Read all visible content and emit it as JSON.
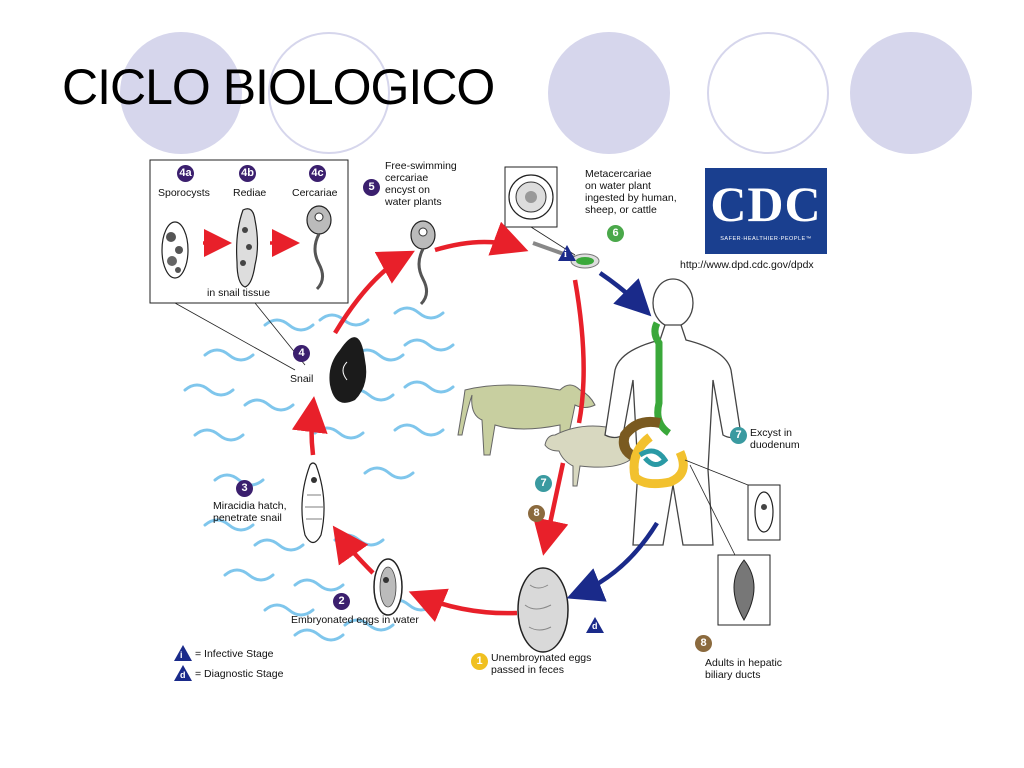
{
  "slide": {
    "title": "CICLO BIOLOGICO"
  },
  "colors": {
    "circle_fill": "#d6d6ec",
    "cycle_arrow_red": "#e8202a",
    "cycle_arrow_blue": "#1a2a8a",
    "water_waves": "#7fc6ec",
    "cdc_blue": "#1a3f8f"
  },
  "diagram": {
    "box": {
      "stage_4a": {
        "badge": "4a",
        "label": "Sporocysts"
      },
      "stage_4b": {
        "badge": "4b",
        "label": "Rediae"
      },
      "stage_4c": {
        "badge": "4c",
        "label": "Cercariae"
      },
      "caption": "in snail tissue"
    },
    "stage_5": {
      "badge": "5",
      "label_lines": [
        "Free-swimming",
        "cercariae",
        "encyst on",
        "water plants"
      ]
    },
    "stage_6": {
      "badge": "6",
      "label_lines": [
        "Metacercariae",
        "on water plant",
        "ingested by human,",
        "sheep, or cattle"
      ]
    },
    "stage_4": {
      "badge": "4",
      "label": "Snail"
    },
    "stage_3": {
      "badge": "3",
      "label_lines": [
        "Miracidia hatch,",
        "penetrate snail"
      ]
    },
    "stage_2": {
      "badge": "2",
      "label": "Embryonated eggs in water"
    },
    "stage_1": {
      "badge": "1",
      "label_lines": [
        "Unembroynated eggs",
        "passed in feces"
      ]
    },
    "stage_7_human": {
      "badge": "7",
      "label_lines": [
        "Excyst in",
        "duodenum"
      ]
    },
    "stage_8_human": {
      "badge": "8",
      "label_lines": [
        "Adults in hepatic",
        "biliary ducts"
      ]
    },
    "stage_7_animal": {
      "badge": "7"
    },
    "stage_8_animal": {
      "badge": "8"
    },
    "infective_marker": "i",
    "diagnostic_marker": "d",
    "legend": {
      "infective": {
        "symbol": "i",
        "label": "= Infective Stage"
      },
      "diagnostic": {
        "symbol": "d",
        "label": "= Diagnostic Stage"
      }
    },
    "cdc": {
      "logo_text": "CDC",
      "tagline": "SAFER·HEALTHIER·PEOPLE™",
      "url": "http://www.dpd.cdc.gov/dpdx"
    },
    "icons": [
      "snail-icon",
      "egg-icon",
      "miracidium-icon",
      "cercaria-icon",
      "sporocyst-icon",
      "redia-icon",
      "cow-icon",
      "sheep-icon",
      "human-body-icon",
      "water-plant-spoon-icon",
      "adult-fluke-icon",
      "excysted-larva-icon"
    ]
  }
}
